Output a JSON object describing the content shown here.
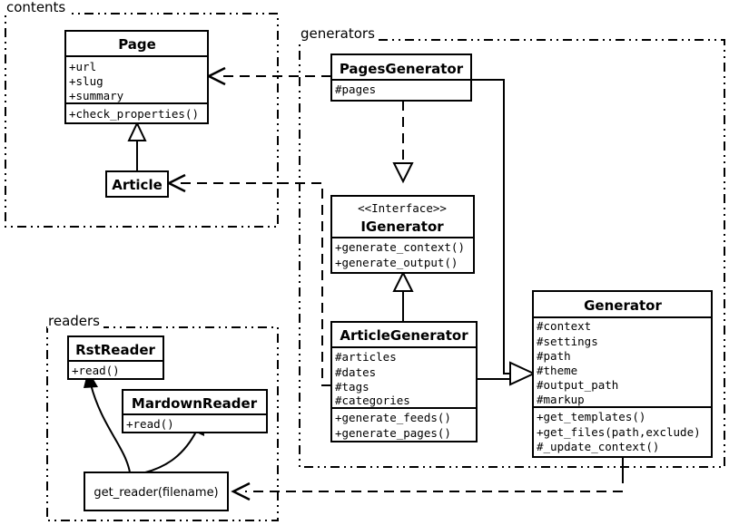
{
  "diagram": {
    "title": "UML Class Diagram",
    "background_color": "#ffffff",
    "line_color": "#000000"
  },
  "packages": [
    {
      "id": "contents",
      "label": "contents"
    },
    {
      "id": "generators",
      "label": "generators"
    },
    {
      "id": "readers",
      "label": "readers"
    }
  ],
  "classes": {
    "page": {
      "name": "Page",
      "attributes": [
        "+url",
        "+slug",
        "+summary"
      ],
      "operations": [
        "+check_properties()"
      ]
    },
    "article": {
      "name": "Article",
      "attributes": [],
      "operations": []
    },
    "pages_generator": {
      "name": "PagesGenerator",
      "attributes": [
        "#pages"
      ],
      "operations": []
    },
    "igenerator": {
      "stereotype": "<<Interface>>",
      "name": "IGenerator",
      "attributes": [],
      "operations": [
        "+generate_context()",
        "+generate_output()"
      ]
    },
    "article_generator": {
      "name": "ArticleGenerator",
      "attributes": [
        "#articles",
        "#dates",
        "#tags",
        "#categories"
      ],
      "operations": [
        "+generate_feeds()",
        "+generate_pages()"
      ]
    },
    "generator": {
      "name": "Generator",
      "attributes": [
        "#context",
        "#settings",
        "#path",
        "#theme",
        "#output_path",
        "#markup"
      ],
      "operations": [
        "+get_templates()",
        "+get_files(path,exclude)",
        "#_update_context()"
      ]
    },
    "rst_reader": {
      "name": "RstReader",
      "attributes": [],
      "operations": [
        "+read()"
      ]
    },
    "mardown_reader": {
      "name": "MardownReader",
      "attributes": [],
      "operations": [
        "+read()"
      ]
    }
  },
  "functions": {
    "get_reader": {
      "label": "get_reader(filename)"
    }
  },
  "relationships": [
    {
      "id": "article-inherits-page",
      "type": "generalization",
      "from": "Article",
      "to": "Page"
    },
    {
      "id": "pagesgenerator-realizes-igenerator",
      "type": "realization",
      "from": "PagesGenerator",
      "to": "IGenerator"
    },
    {
      "id": "articlegenerator-realizes-igenerator",
      "type": "realization",
      "from": "ArticleGenerator",
      "to": "IGenerator"
    },
    {
      "id": "pagesgenerator-inherits-generator",
      "type": "generalization",
      "from": "PagesGenerator",
      "to": "Generator"
    },
    {
      "id": "articlegenerator-inherits-generator",
      "type": "generalization",
      "from": "ArticleGenerator",
      "to": "Generator"
    },
    {
      "id": "pagesgenerator-depends-page",
      "type": "dependency",
      "from": "PagesGenerator",
      "to": "Page"
    },
    {
      "id": "articlegenerator-depends-article",
      "type": "dependency",
      "from": "ArticleGenerator",
      "to": "Article"
    },
    {
      "id": "generator-depends-get_reader",
      "type": "dependency",
      "from": "Generator",
      "to": "get_reader(filename)"
    },
    {
      "id": "get_reader-creates-rstreader",
      "type": "association",
      "from": "get_reader(filename)",
      "to": "RstReader"
    },
    {
      "id": "get_reader-creates-mardownreader",
      "type": "association",
      "from": "get_reader(filename)",
      "to": "MardownReader"
    }
  ]
}
